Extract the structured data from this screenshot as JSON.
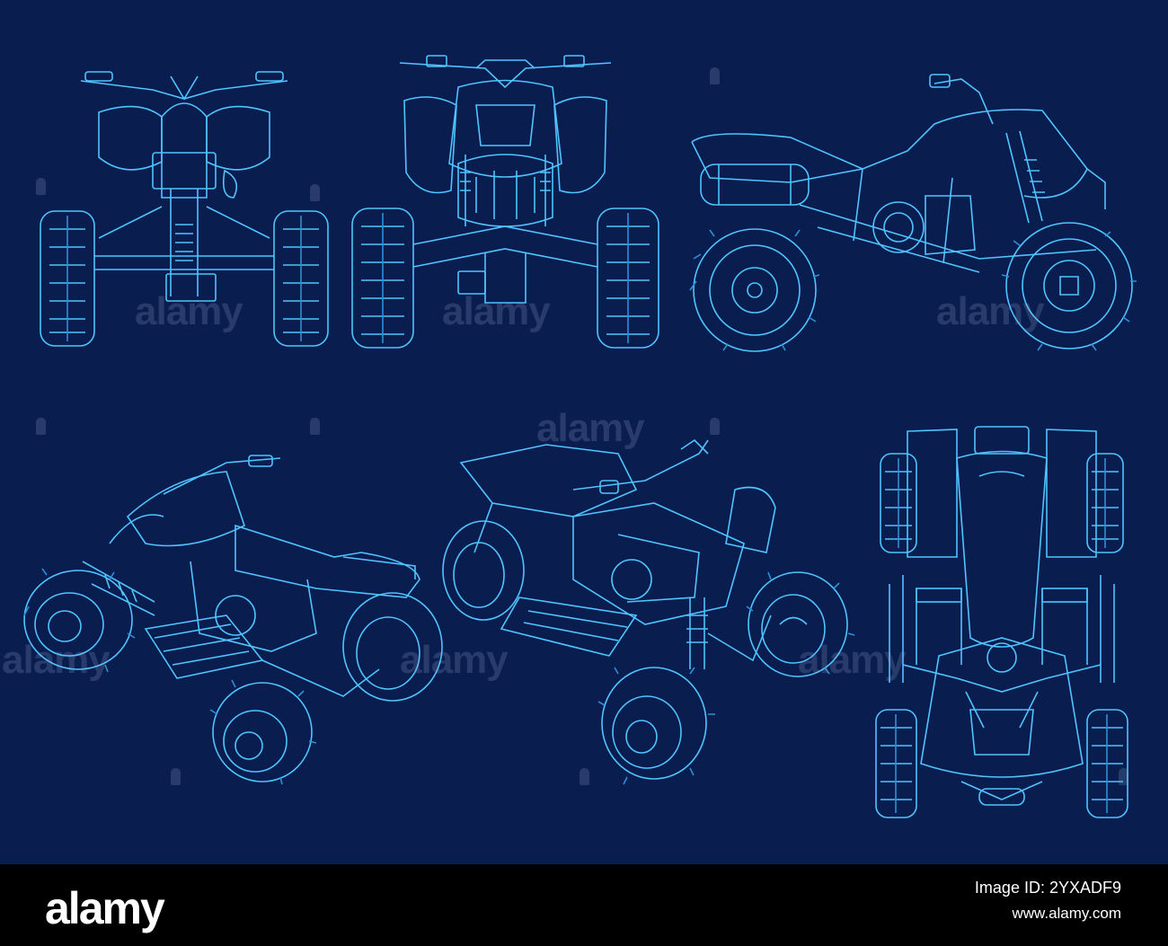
{
  "palette": {
    "background": "#0a1d4f",
    "line": "#4fc4ff",
    "line_dim": "#2e8fd8",
    "footer": "#000000",
    "footer_text": "#ffffff"
  },
  "watermark_text": "alamy",
  "footer": {
    "logo": "alamy",
    "image_id": "Image ID: 2YXADF9",
    "url": "www.alamy.com"
  },
  "views": [
    {
      "name": "rear-view",
      "icon": "atv-rear-wireframe"
    },
    {
      "name": "front-view",
      "icon": "atv-front-wireframe"
    },
    {
      "name": "side-view",
      "icon": "atv-side-wireframe"
    },
    {
      "name": "rear-three-quarter-view",
      "icon": "atv-rear-isometric-wireframe"
    },
    {
      "name": "front-three-quarter-view",
      "icon": "atv-front-isometric-wireframe"
    },
    {
      "name": "top-view",
      "icon": "atv-top-wireframe"
    }
  ]
}
